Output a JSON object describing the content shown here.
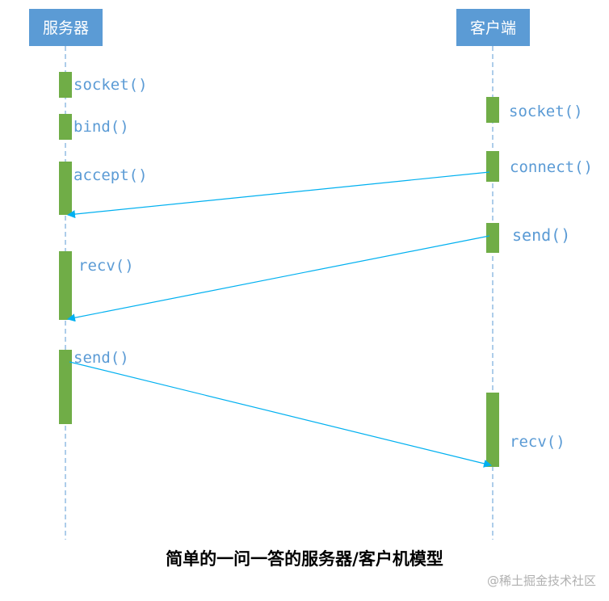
{
  "colors": {
    "lifeline": "#5B9BD5",
    "header_fill": "#5B9BD5",
    "header_text": "#ffffff",
    "activation": "#70AD47",
    "message": "#00B0F0",
    "call_text": "#5B9BD5"
  },
  "participants": {
    "server": "服务器",
    "client": "客户端"
  },
  "calls": {
    "server_socket": "socket()",
    "server_bind": "bind()",
    "server_accept": "accept()",
    "server_recv": "recv()",
    "server_send": "send()",
    "client_socket": "socket()",
    "client_connect": "connect()",
    "client_send": "send()",
    "client_recv": "recv()"
  },
  "caption": "简单的一问一答的服务器/客户机模型",
  "watermark": "@稀土掘金技术社区"
}
